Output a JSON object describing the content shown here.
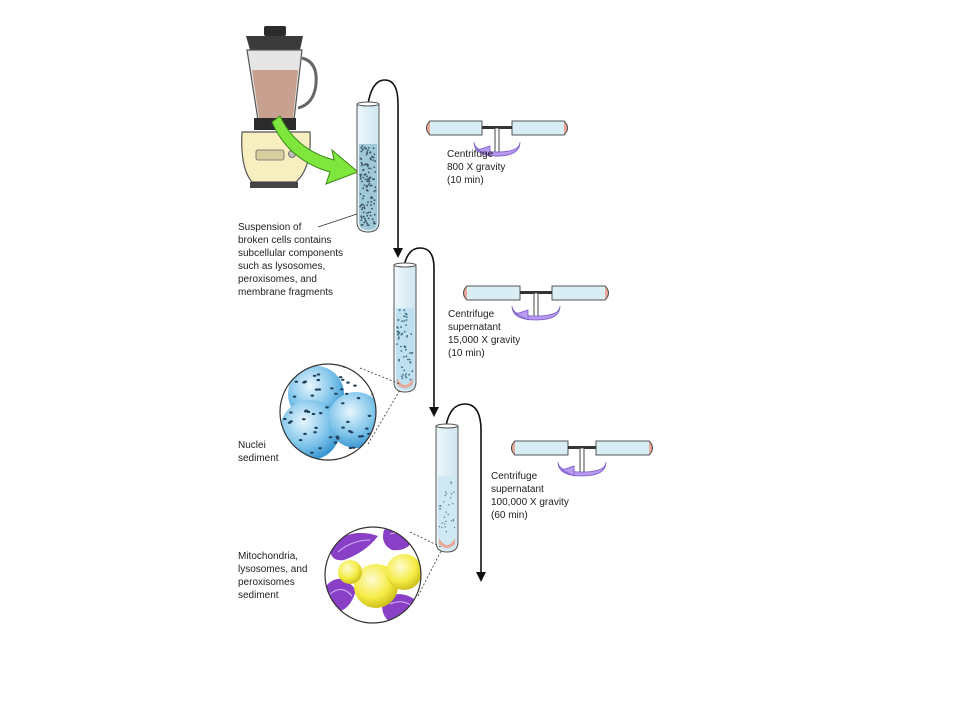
{
  "colors": {
    "arrow_line": "#111111",
    "green_arrow": "#7ee63c",
    "blender_base": "#f7efc0",
    "blender_liquid": "#c8a090",
    "tube_liquid": "#bfe0ee",
    "tube_pellet": "#e9a99a",
    "centrifuge_glass": "#d8edf4",
    "rotation_arrow": "#b89af0",
    "nucleus_blue": "#4aa8dc",
    "mitochondria_purple": "#8a3fc7",
    "lysosome_yellow": "#f2ea3a"
  },
  "icons": [
    "blender-icon",
    "test-tube-icon",
    "centrifuge-icon",
    "rotation-arrow-icon",
    "magnified-nuclei-icon",
    "magnified-organelles-icon"
  ],
  "labels": {
    "suspension": [
      "Suspension of",
      "broken cells contains",
      "subcellular components",
      "such as lysosomes,",
      "peroxisomes, and",
      "membrane fragments"
    ],
    "step1": [
      "Centrifuge",
      "800 X gravity",
      "(10 min)"
    ],
    "step2": [
      "Centrifuge",
      "supernatant",
      "15,000 X gravity",
      "(10 min)"
    ],
    "step3": [
      "Centrifuge",
      "supernatant",
      "100,000 X gravity",
      "(60 min)"
    ],
    "nuclei": [
      "Nuclei",
      "sediment"
    ],
    "mito": [
      "Mitochondria,",
      "lysosomes, and",
      "peroxisomes",
      "sediment"
    ]
  }
}
